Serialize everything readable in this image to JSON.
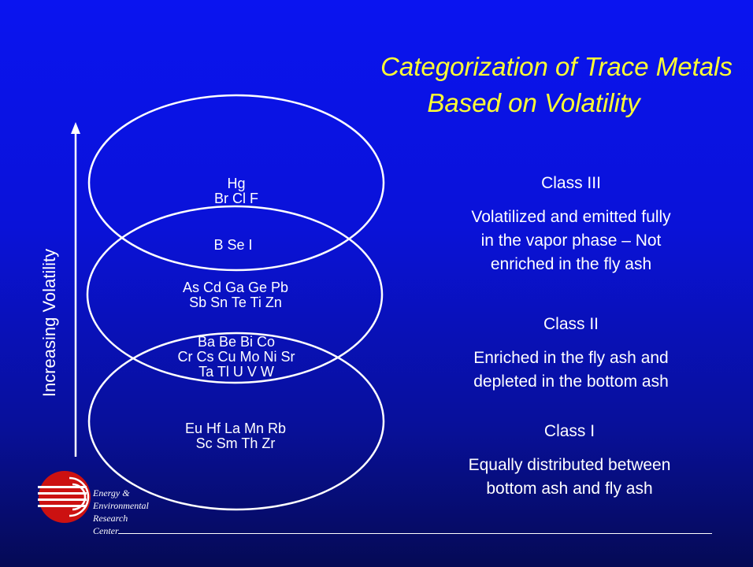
{
  "title": {
    "line1": "Categorization of Trace Metals",
    "line2": "Based on Volatility"
  },
  "axis_label": "Increasing Volatility",
  "groups": {
    "top": [
      "Hg",
      "Br Cl F"
    ],
    "overlap_upper": "B Se I",
    "middle": [
      "As Cd Ga Ge Pb",
      "Sb Sn Te Ti Zn"
    ],
    "overlap_lower": [
      "Ba Be Bi Co",
      "Cr Cs Cu Mo Ni Sr",
      "Ta Tl U V W"
    ],
    "bottom": [
      "Eu Hf La Mn Rb",
      "Sc Sm Th Zr"
    ]
  },
  "classes": [
    {
      "name": "Class III",
      "desc": [
        "Volatilized and emitted fully",
        "in the vapor phase – Not",
        "enriched in the fly ash"
      ]
    },
    {
      "name": "Class II",
      "desc": [
        "Enriched in the fly ash and",
        "depleted in the bottom ash"
      ]
    },
    {
      "name": "Class I",
      "desc": [
        "Equally distributed between",
        "bottom ash and fly ash"
      ]
    }
  ],
  "logo": {
    "lines": [
      "Energy &",
      "Environmental",
      "Research",
      "Center"
    ],
    "colors": {
      "red": "#cc1111",
      "white": "#ffffff"
    }
  },
  "colors": {
    "title": "#ffff33",
    "text": "#ffffff"
  }
}
